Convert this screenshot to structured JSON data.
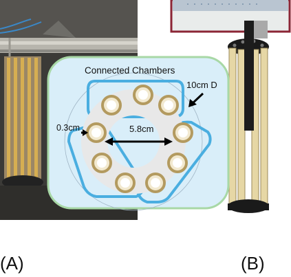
{
  "panels": {
    "a_label": "(A)",
    "b_label": "(B)"
  },
  "diagram": {
    "title": "Connected Chambers",
    "diameter_label": "10cm D",
    "wall_label": "0.3cm",
    "spacing_label": "5.8cm"
  },
  "colors": {
    "photo_background": "#3a3936",
    "inset_fill": "#d9eef9",
    "inset_border": "#a8d8a6",
    "chamber_outline": "#4aaee0",
    "ring_fill": "#e8e8e8",
    "tube_fill": "#c8b98a",
    "frame_red": "#8b2535"
  }
}
